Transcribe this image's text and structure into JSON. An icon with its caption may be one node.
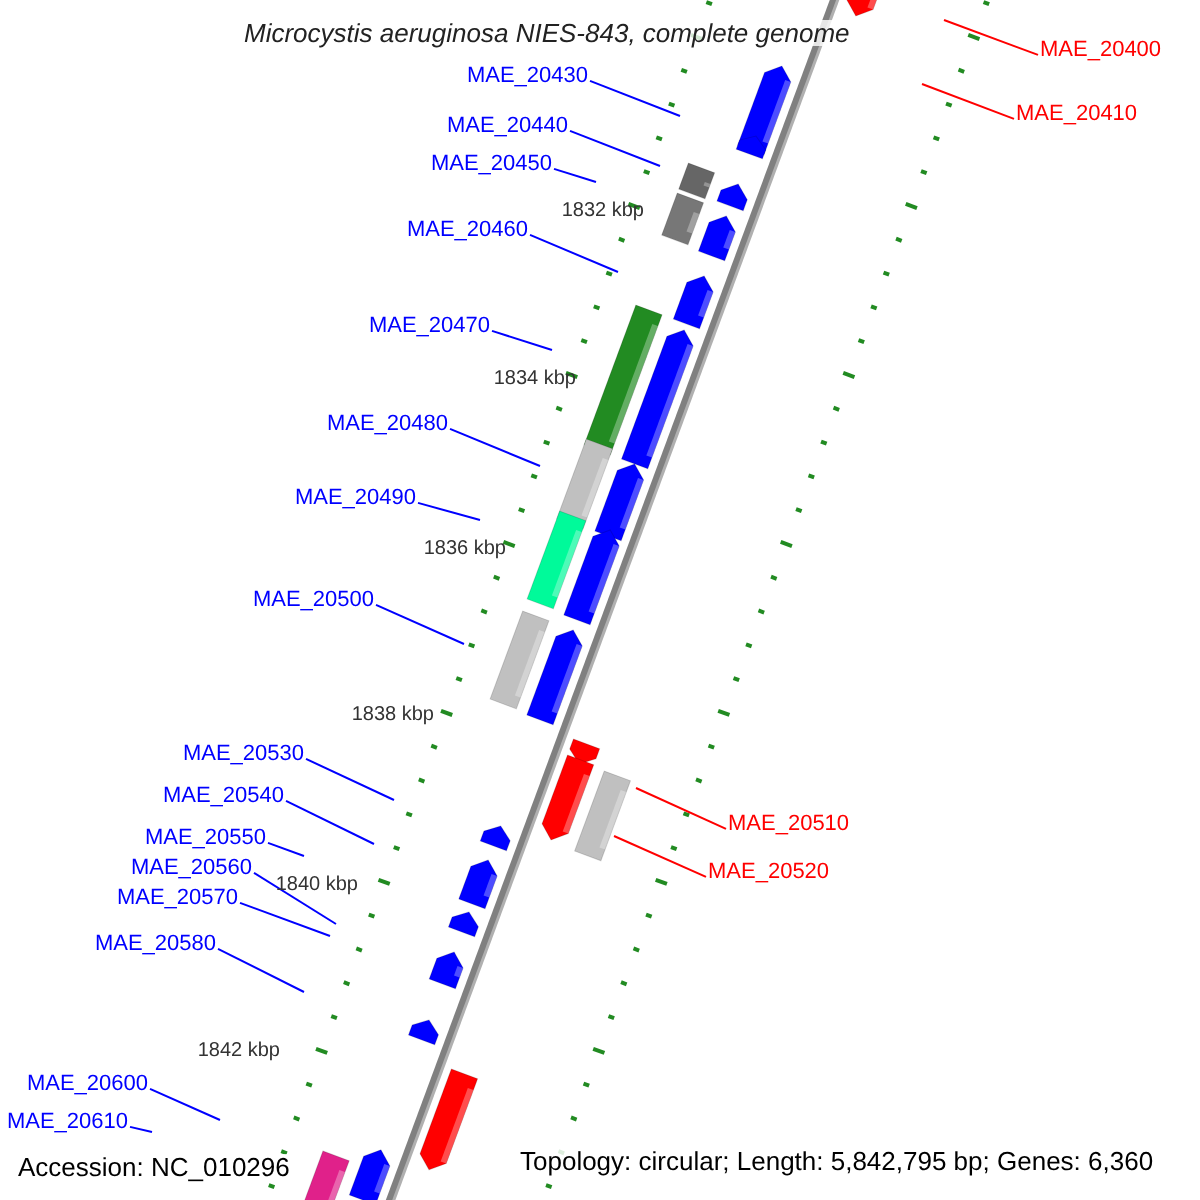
{
  "diagram": {
    "title": "Microcystis aeruginosa NIES-843, complete genome",
    "nodes": [
      {
        "text": [
          "MAE_20400"
        ]
      },
      {
        "text": [
          "MAE_20430"
        ]
      },
      {
        "text": [
          "MAE_20410"
        ]
      },
      {
        "text": [
          "MAE_20440"
        ]
      },
      {
        "text": [
          "MAE_20450"
        ]
      },
      {
        "text": [
          "MAE_20460"
        ]
      },
      {
        "text": [
          "MAE_20470"
        ]
      },
      {
        "text": [
          "MAE_20480"
        ]
      },
      {
        "text": [
          "MAE_20490"
        ]
      },
      {
        "text": [
          "MAE_20500"
        ]
      },
      {
        "text": [
          "MAE_20530"
        ]
      },
      {
        "text": [
          "MAE_20540"
        ]
      },
      {
        "text": [
          "MAE_20510"
        ]
      },
      {
        "text": [
          "MAE_20550"
        ]
      },
      {
        "text": [
          "MAE_20560"
        ]
      },
      {
        "text": [
          "MAE_20520"
        ]
      },
      {
        "text": [
          "MAE_20570"
        ]
      },
      {
        "text": [
          "MAE_20580"
        ]
      },
      {
        "text": [
          "MAE_20600"
        ]
      },
      {
        "text": [
          "MAE_20610"
        ]
      }
    ],
    "edges": [
      {
        "from": 0,
        "to": null,
        "arrow": "none",
        "color": "#ff0000"
      },
      {
        "from": 1,
        "to": null,
        "arrow": "none"
      },
      {
        "from": 2,
        "to": null,
        "arrow": "none",
        "color": "#ff0000"
      },
      {
        "from": 3,
        "to": null,
        "arrow": "none"
      },
      {
        "from": 4,
        "to": null,
        "arrow": "none"
      },
      {
        "from": 5,
        "to": null,
        "arrow": "none"
      },
      {
        "from": 6,
        "to": null,
        "arrow": "none"
      },
      {
        "from": 7,
        "to": null,
        "arrow": "none"
      },
      {
        "from": 8,
        "to": null,
        "arrow": "none"
      },
      {
        "from": 9,
        "to": null,
        "arrow": "none"
      },
      {
        "from": 10,
        "to": null,
        "arrow": "none"
      },
      {
        "from": 11,
        "to": null,
        "arrow": "none"
      },
      {
        "from": 12,
        "to": null,
        "arrow": "none",
        "color": "#ff0000"
      },
      {
        "from": 13,
        "to": null,
        "arrow": "none"
      },
      {
        "from": 14,
        "to": null,
        "arrow": "none"
      },
      {
        "from": 15,
        "to": null,
        "arrow": "none",
        "color": "#ff0000"
      },
      {
        "from": 16,
        "to": null,
        "arrow": "none"
      },
      {
        "from": 17,
        "to": null,
        "arrow": "none"
      },
      {
        "from": 18,
        "to": null,
        "arrow": "none"
      },
      {
        "from": 19,
        "to": null,
        "arrow": "none"
      }
    ],
    "labels": [
      "1832 kbp",
      "1834 kbp",
      "1836 kbp",
      "1838 kbp",
      "1840 kbp",
      "1842 kbp",
      "Accession: NC_010296",
      "Topology: circular; Length: 5,842,795 bp; Genes: 6,360"
    ]
  }
}
